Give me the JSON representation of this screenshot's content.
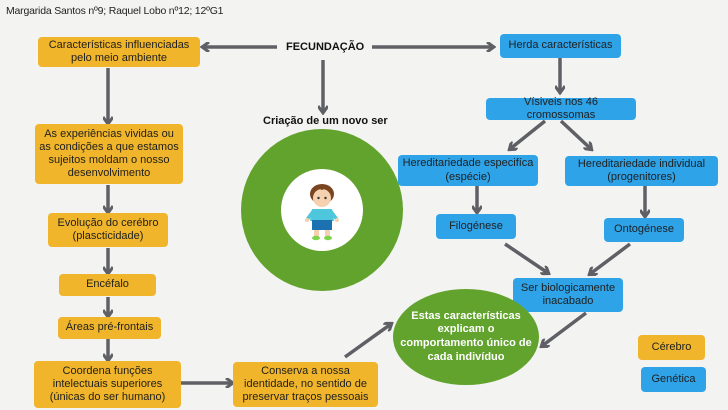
{
  "author_line": "Margarida Santos nº9; Raquel Lobo nº12; 12ºG1",
  "center": {
    "title": "FECUNDAÇÃO",
    "subtitle": "Criação de um novo ser",
    "image": "child-illustration"
  },
  "left_branch": {
    "environment": "Características influenciadas pelo meio ambiente",
    "experiences": "As experiências vividas ou as condições a que estamos sujeitos moldam o nosso desenvolvimento",
    "brain_evolution": "Evolução do cerébro (plascticidade)",
    "encephalon": "Encéfalo",
    "prefrontal": "Áreas pré-frontais",
    "coordinates": "Coordena funções intelectuais superiores (únicas do ser humano)",
    "identity": "Conserva a nossa identidade, no sentido de preservar traços pessoais"
  },
  "right_branch": {
    "inherits": "Herda características",
    "visible": "Vísiveis nos 46 cromossomas",
    "species": "Hereditariedade especifíca (espécie)",
    "individual": "Hereditariedade individual (progenitores)",
    "phylogenesis": "Filogénese",
    "ontogenesis": "Ontogénese",
    "unfinished": "Ser biologicamente inacabado"
  },
  "conclusion": "Estas características explicam o comportamento único de cada indivíduo",
  "legend": [
    {
      "label": "Cérebro",
      "color": "#f0b52a"
    },
    {
      "label": "Genética",
      "color": "#2ea3e8"
    }
  ],
  "colors": {
    "brain": "#f0b52a",
    "genetics": "#2ea3e8",
    "green": "#62a32e",
    "arrow": "#5f6066"
  }
}
